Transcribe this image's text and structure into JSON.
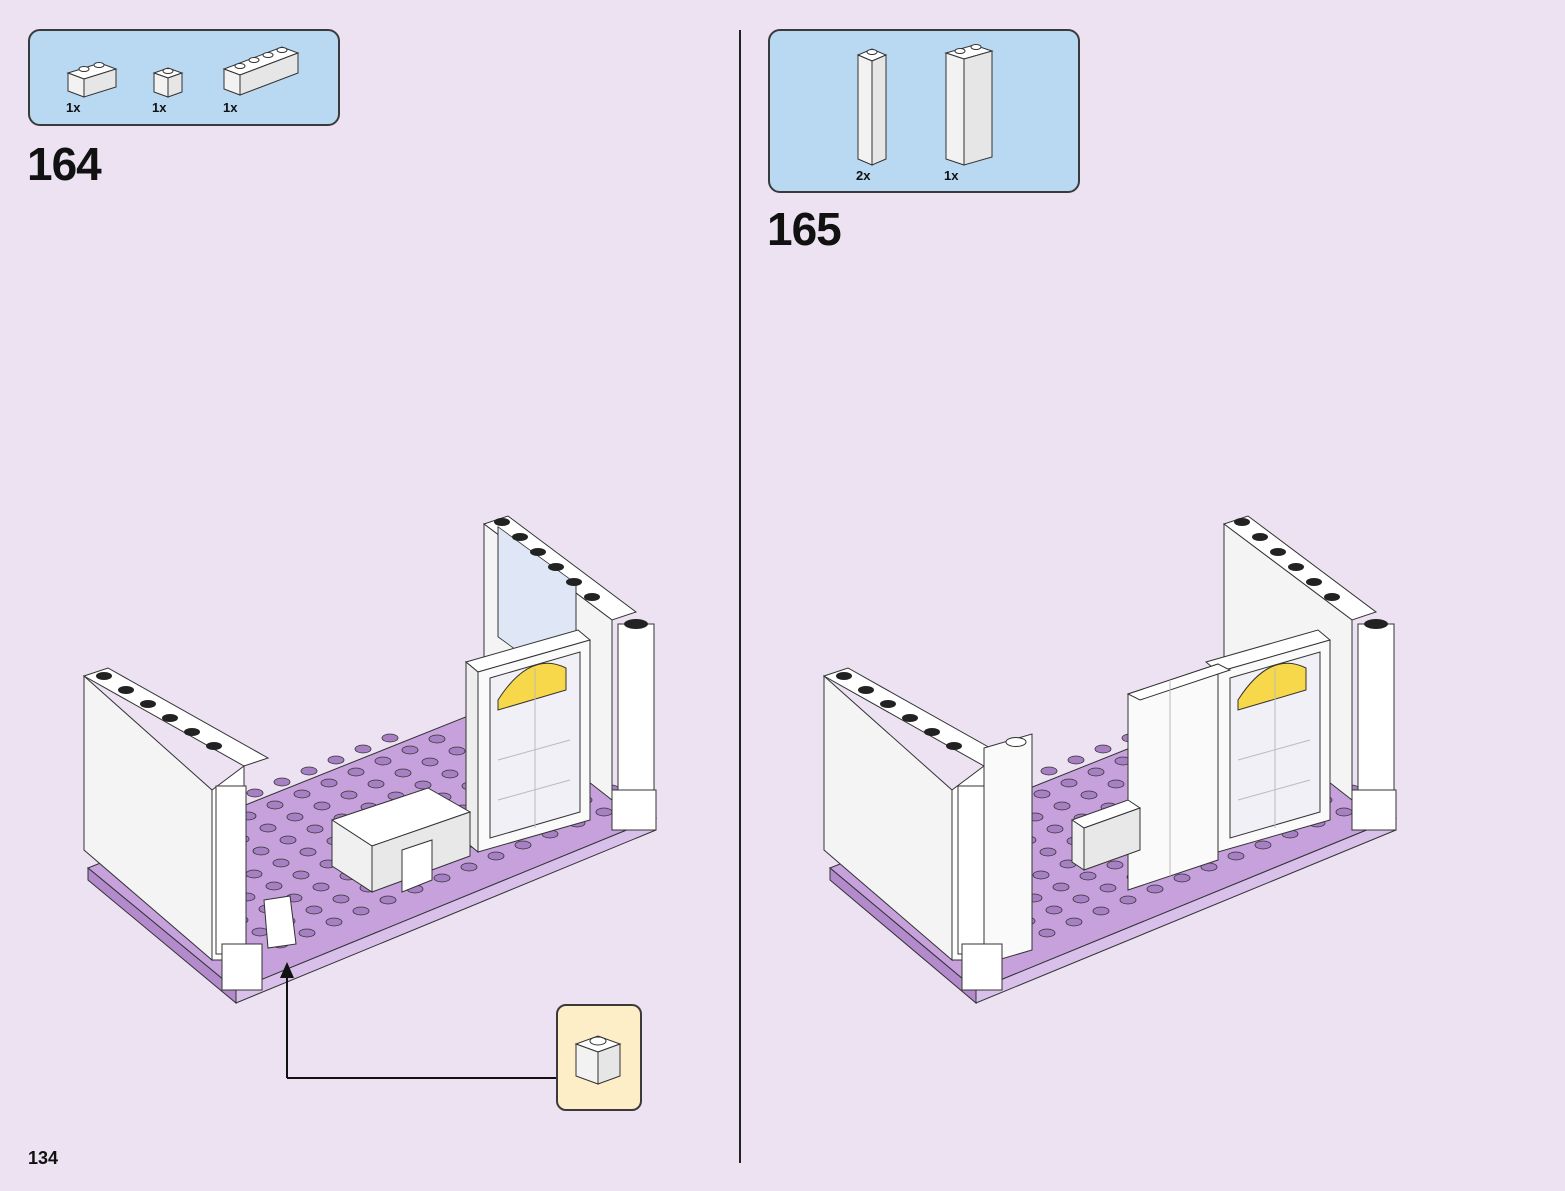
{
  "page": {
    "number": "134"
  },
  "steps": [
    {
      "number": "164",
      "parts": [
        {
          "qty": "1x",
          "part": "brick-1x2-white"
        },
        {
          "qty": "1x",
          "part": "brick-1x1-white"
        },
        {
          "qty": "1x",
          "part": "brick-1x4-white"
        }
      ],
      "callout_part": "brick-1x1-white"
    },
    {
      "number": "165",
      "parts": [
        {
          "qty": "2x",
          "part": "column-1x1x5-white"
        },
        {
          "qty": "1x",
          "part": "panel-1x2x5-white"
        }
      ]
    }
  ],
  "colors": {
    "background": "#ece2f2",
    "parts_box": "#b9d9f3",
    "callout_box": "#fdeec8",
    "baseplate": "#c6a1dc",
    "brick": "#ffffff"
  }
}
